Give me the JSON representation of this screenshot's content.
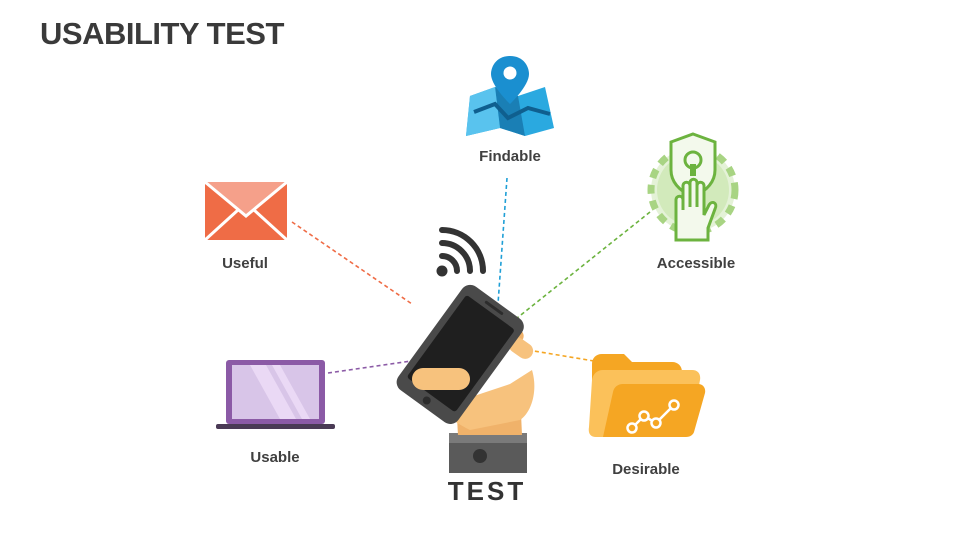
{
  "title": "USABILITY TEST",
  "center_label": "TEST",
  "items": [
    {
      "label": "Findable",
      "icon": "map-pin-icon",
      "color": "#1f9fd6"
    },
    {
      "label": "Useful",
      "icon": "envelope-icon",
      "color": "#ef6c46"
    },
    {
      "label": "Accessible",
      "icon": "shield-lock-hand-icon",
      "color": "#6cb33f"
    },
    {
      "label": "Usable",
      "icon": "laptop-icon",
      "color": "#8b5aa6"
    },
    {
      "label": "Desirable",
      "icon": "folder-chart-icon",
      "color": "#f5a623"
    }
  ]
}
